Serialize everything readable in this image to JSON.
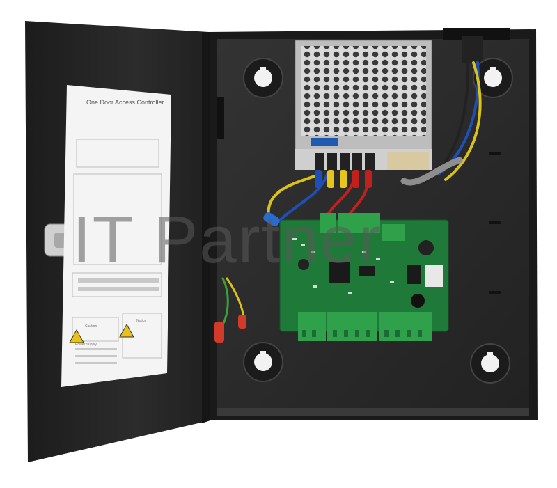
{
  "photo": {
    "subject": "Access controller enclosure",
    "colors": {
      "background": "#ffffff",
      "enclosure": "#2b2b2b",
      "enclosure_edge": "#1a1a1a",
      "pcb": "#1f7a3a",
      "terminal": "#2fa14a",
      "psu": "#c9c9c9"
    }
  },
  "door_label": {
    "title": "One Door Access Controller",
    "caution_heading": "Caution",
    "notice_heading": "Notice",
    "bottom_heading": "Power Supply"
  },
  "watermark": {
    "text": "IT Partner"
  }
}
